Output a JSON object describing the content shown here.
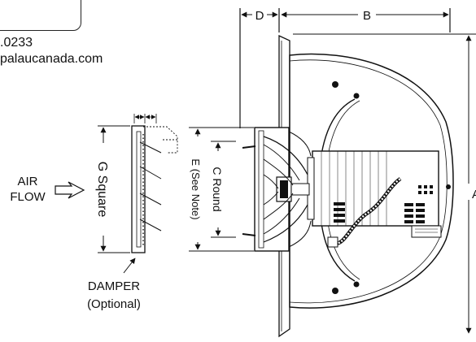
{
  "contact": {
    "phone_fragment": ".0233",
    "web_fragment": "palaucanada.com"
  },
  "labels": {
    "d": "D",
    "b": "B",
    "a": "A",
    "g": "G Square",
    "c": "C Round",
    "e": "E (See Note)",
    "air": "AIR",
    "flow": "FLOW",
    "damper": "DAMPER",
    "optional": "(Optional)"
  }
}
